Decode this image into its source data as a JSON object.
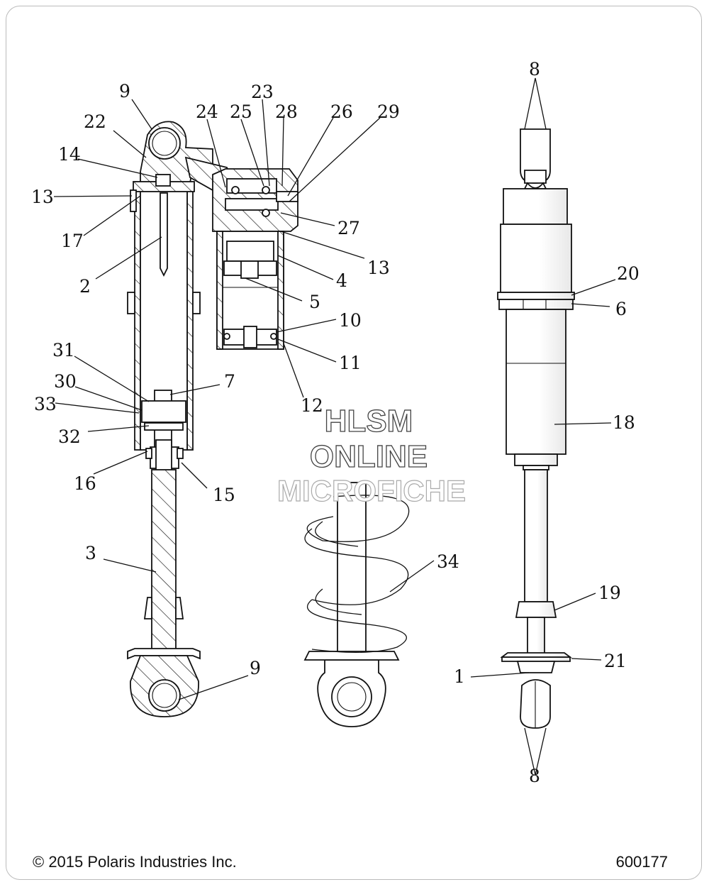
{
  "watermark": {
    "line1": "HLSM",
    "line2": "ONLINE",
    "line3": "MICROFICHE"
  },
  "footer": {
    "copyright": "© 2015 Polaris Industries Inc.",
    "document_number": "600177"
  },
  "callouts": [
    {
      "id": "c9a",
      "label": "9"
    },
    {
      "id": "c22",
      "label": "22"
    },
    {
      "id": "c14",
      "label": "14"
    },
    {
      "id": "c13a",
      "label": "13"
    },
    {
      "id": "c17",
      "label": "17"
    },
    {
      "id": "c2",
      "label": "2"
    },
    {
      "id": "c24",
      "label": "24"
    },
    {
      "id": "c25",
      "label": "25"
    },
    {
      "id": "c23",
      "label": "23"
    },
    {
      "id": "c28",
      "label": "28"
    },
    {
      "id": "c26",
      "label": "26"
    },
    {
      "id": "c29",
      "label": "29"
    },
    {
      "id": "c27",
      "label": "27"
    },
    {
      "id": "c13b",
      "label": "13"
    },
    {
      "id": "c4",
      "label": "4"
    },
    {
      "id": "c5",
      "label": "5"
    },
    {
      "id": "c10",
      "label": "10"
    },
    {
      "id": "c11",
      "label": "11"
    },
    {
      "id": "c12",
      "label": "12"
    },
    {
      "id": "c31",
      "label": "31"
    },
    {
      "id": "c30",
      "label": "30"
    },
    {
      "id": "c33",
      "label": "33"
    },
    {
      "id": "c7",
      "label": "7"
    },
    {
      "id": "c32",
      "label": "32"
    },
    {
      "id": "c16",
      "label": "16"
    },
    {
      "id": "c15",
      "label": "15"
    },
    {
      "id": "c3",
      "label": "3"
    },
    {
      "id": "c9b",
      "label": "9"
    },
    {
      "id": "c34",
      "label": "34"
    },
    {
      "id": "c8a",
      "label": "8"
    },
    {
      "id": "c20",
      "label": "20"
    },
    {
      "id": "c6",
      "label": "6"
    },
    {
      "id": "c18",
      "label": "18"
    },
    {
      "id": "c19",
      "label": "19"
    },
    {
      "id": "c21",
      "label": "21"
    },
    {
      "id": "c1",
      "label": "1"
    },
    {
      "id": "c8b",
      "label": "8"
    }
  ]
}
